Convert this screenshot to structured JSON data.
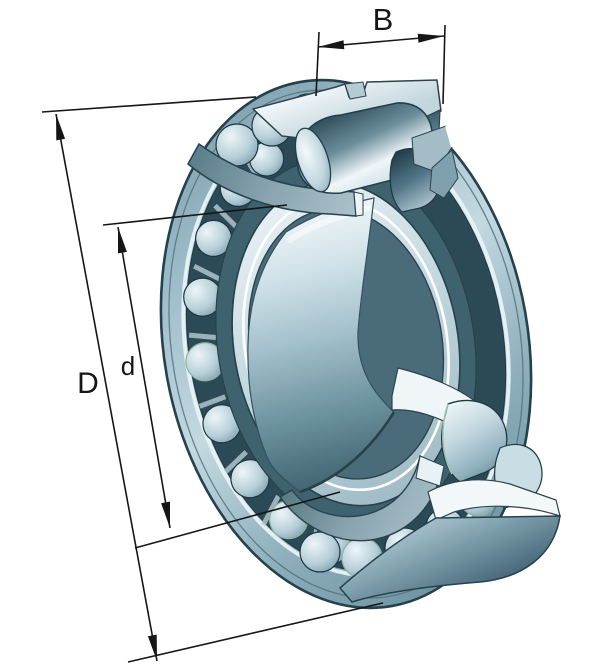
{
  "illustration": {
    "title": "spherical-roller-bearing-cutaway",
    "background_color": "#ffffff",
    "dimension_labels": {
      "width": "B",
      "outer_diameter": "D",
      "bore_diameter": "d"
    },
    "palette": {
      "outline": "#2b434e",
      "dimension_line": "#161616",
      "steel_lightest": "#f0f6f9",
      "steel_light": "#c2d7df",
      "steel_mid": "#8fb0bd",
      "steel_teal": "#6e93a1",
      "steel_dark": "#46687a",
      "steel_deepest": "#22404c",
      "green_accent": "#9cc4aa"
    }
  }
}
